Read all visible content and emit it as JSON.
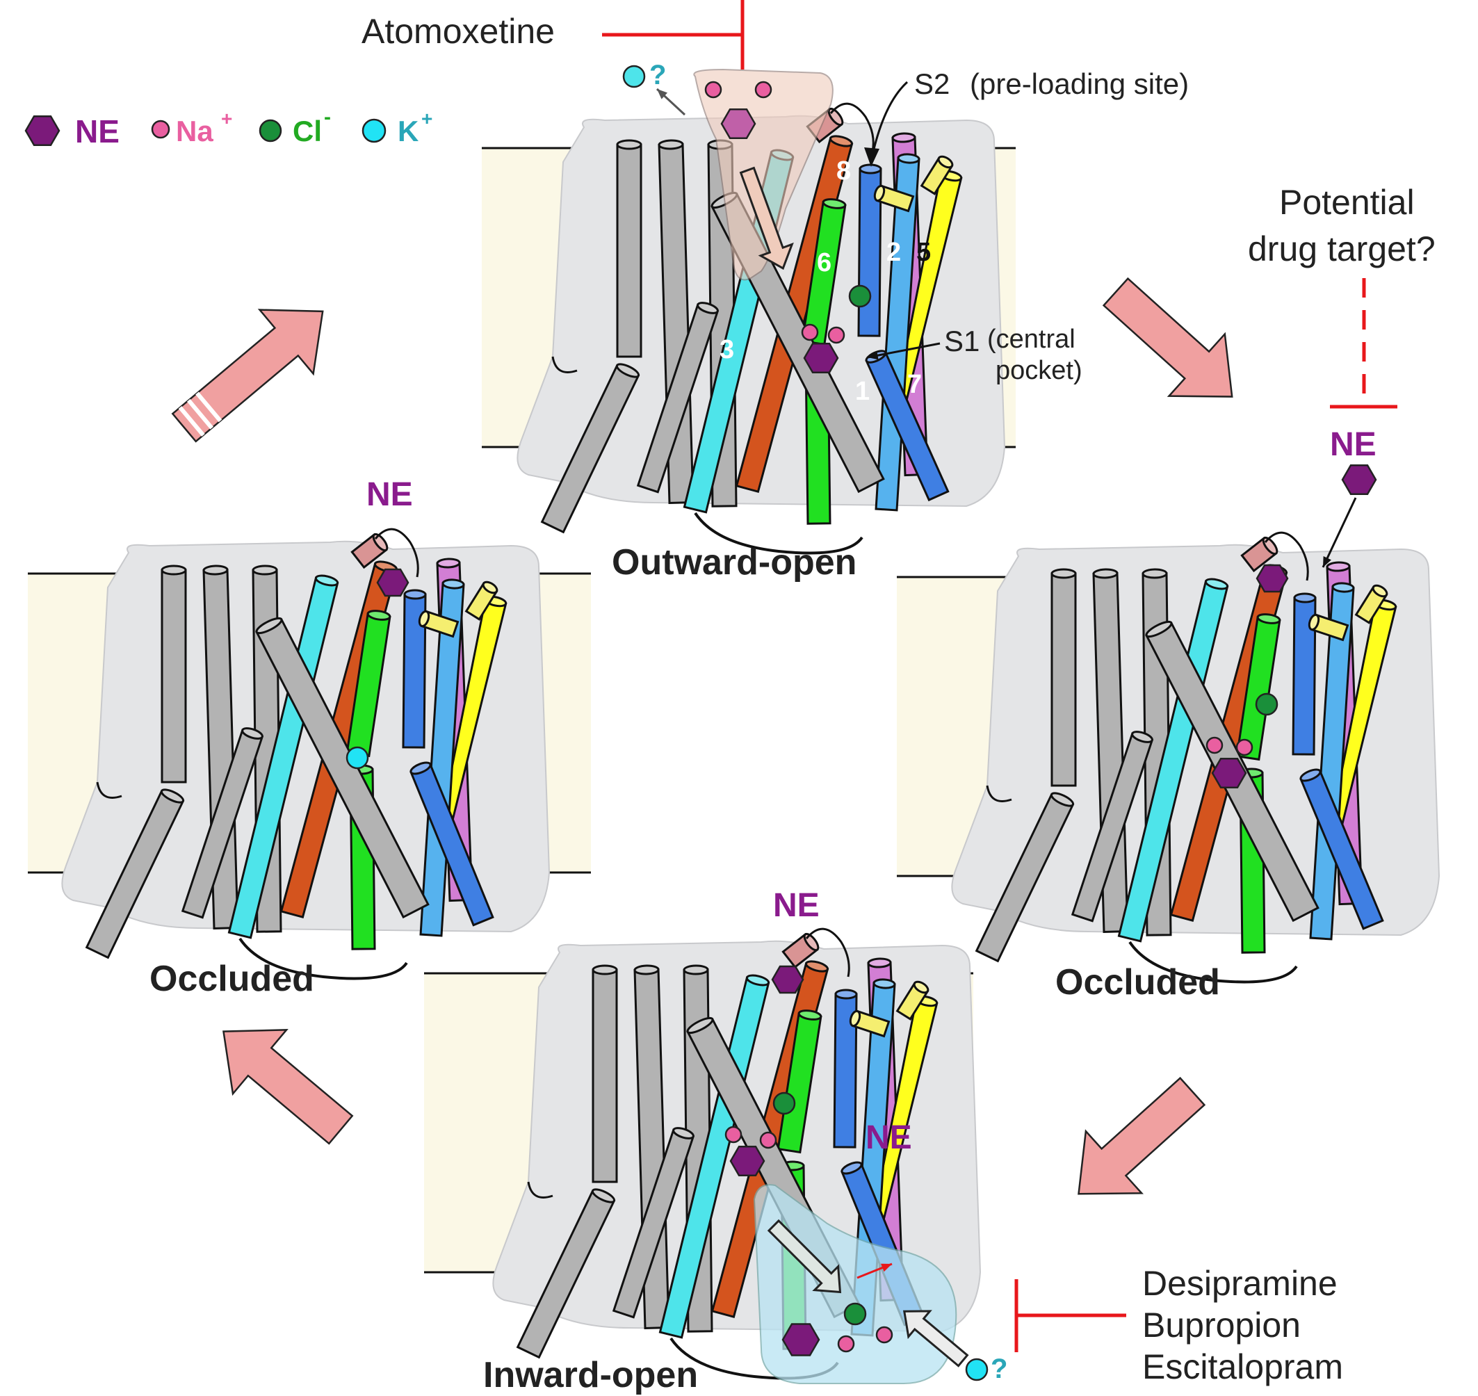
{
  "legend": {
    "items": [
      {
        "symbol": "hexagon",
        "label": "NE",
        "color": "#7b1a7a",
        "text_color": "#8a1b8d"
      },
      {
        "symbol": "dot",
        "label": "Na",
        "sup": "+",
        "color": "#e95fa0",
        "text_color": "#e95fa0"
      },
      {
        "symbol": "dot",
        "label": "Cl",
        "sup": "-",
        "color": "#1a8f3a",
        "text_color": "#22aa22"
      },
      {
        "symbol": "circle",
        "label": "K",
        "sup": "+",
        "color": "#21e3f5",
        "text_color": "#2aa6b8"
      }
    ]
  },
  "states": {
    "outward_open": "Outward-open",
    "occluded_left": "Occluded",
    "occluded_right": "Occluded",
    "inward_open": "Inward-open"
  },
  "drugs": {
    "atomoxetine": "Atomoxetine",
    "potential_target": [
      "Potential",
      "drug target?"
    ],
    "inward_inhibitors": [
      "Desipramine",
      "Bupropion",
      "Escitalopram"
    ]
  },
  "sites": {
    "s2": "S2",
    "s2_desc": "(pre-loading site)",
    "s1": "S1",
    "s1_desc": [
      "(central",
      "pocket)"
    ]
  },
  "helix_numbers": [
    "1",
    "2",
    "3",
    "5",
    "6",
    "7",
    "8"
  ],
  "ne_labels": [
    "NE",
    "NE",
    "NE",
    "NE"
  ],
  "unknown_mark": "?",
  "colors": {
    "membrane": "#fbf8e6",
    "protein_halo": "#e4e5e7",
    "grey_helix": "#b3b3b3",
    "cycle_arrow": "#f0a0a0",
    "inhibitor": "#e8171b",
    "tm1": "#3f7fe3",
    "tm2": "#56b2ee",
    "tm3": "#4ee4ea",
    "tm5": "#ffff1e",
    "tm6": "#21e021",
    "tm7": "#d27ed4",
    "tm8": "#d4541e"
  }
}
